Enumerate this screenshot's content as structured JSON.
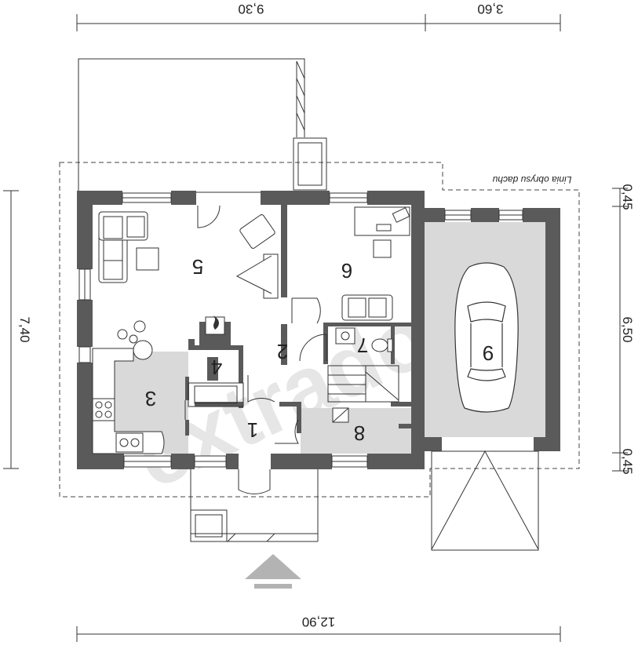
{
  "dimensions": {
    "top_left": "9,30",
    "top_right": "3,60",
    "bottom_total": "12,90",
    "left_total": "7,40",
    "right_top": "0,45",
    "right_middle": "6,50",
    "right_bottom": "0,45"
  },
  "roof_outline_label": "Linia obrysu dachu",
  "watermark": "extradom",
  "rooms": [
    {
      "number": "1"
    },
    {
      "number": "2"
    },
    {
      "number": "3"
    },
    {
      "number": "4"
    },
    {
      "number": "5"
    },
    {
      "number": "6"
    },
    {
      "number": "7"
    },
    {
      "number": "8"
    },
    {
      "number": "9"
    }
  ],
  "colors": {
    "wall": "#5a5a5a",
    "floor_gray": "#d9d9d9",
    "line": "#333333",
    "entrance_arrow": "#b3b3b3"
  }
}
